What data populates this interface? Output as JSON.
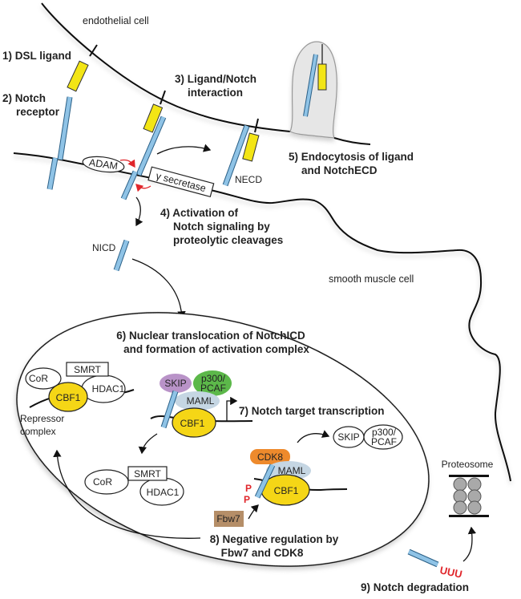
{
  "labels": {
    "endothelial_cell": "endothelial cell",
    "smooth_muscle_cell": "smooth muscle cell",
    "step1": "1) DSL ligand",
    "step2_line1": "2) Notch",
    "step2_line2": "receptor",
    "step3_line1": "3) Ligand/Notch",
    "step3_line2": "interaction",
    "step4_line1": "4) Activation of",
    "step4_line2": "Notch signaling by",
    "step4_line3": "proteolytic cleavages",
    "step5_line1": "5) Endocytosis of ligand",
    "step5_line2": "and NotchECD",
    "step6_line1": "6) Nuclear translocation of NotchICD",
    "step6_line2": "and formation of activation complex",
    "step7": "7) Notch target transcription",
    "step8_line1": "8) Negative regulation by",
    "step8_line2": "Fbw7 and CDK8",
    "step9": "9) Notch degradation",
    "adam": "ADAM",
    "gamma_secretase": "γ secretase",
    "necd": "NECD",
    "nicd": "NICD",
    "repressor_line1": "Repressor",
    "repressor_line2": "complex",
    "proteosome": "Proteosome",
    "ubiquitin": "UUU",
    "phospho": "P"
  },
  "proteins": {
    "cor": "CoR",
    "smrt": "SMRT",
    "hdac1": "HDAC1",
    "cbf1": "CBF1",
    "skip": "SKIP",
    "p300_line1": "p300/",
    "p300_line2": "PCAF",
    "maml": "MAML",
    "cdk8": "CDK8",
    "fbw7": "Fbw7"
  },
  "colors": {
    "notch": "#8fc3e6",
    "ligand": "#f3e515",
    "cbf1": "#f5d616",
    "skip": "#b993c8",
    "p300": "#5cb84a",
    "maml": "#c5d6e3",
    "cdk8": "#ee8a2c",
    "fbw7": "#b58e68",
    "cleavage_arrow": "#e0262b",
    "endocytosis_vesicle": "#e6e6e6"
  }
}
